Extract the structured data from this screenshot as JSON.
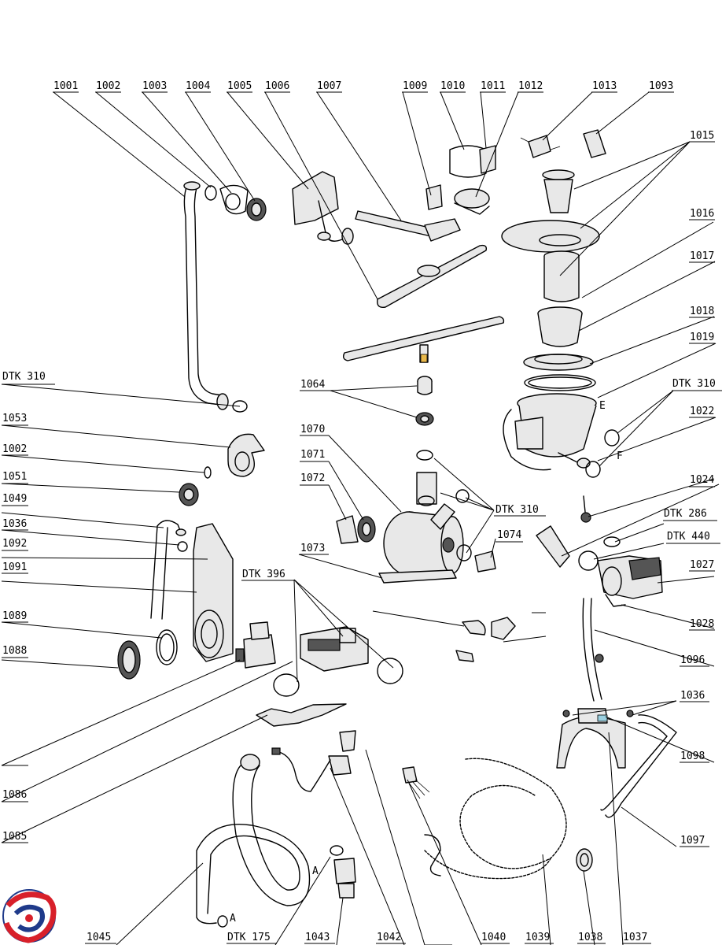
{
  "labels": {
    "l1001": "1001",
    "l1002a": "1002",
    "l1003": "1003",
    "l1004": "1004",
    "l1005": "1005",
    "l1006": "1006",
    "l1007": "1007",
    "l1009": "1009",
    "l1010": "1010",
    "l1011": "1011",
    "l1012": "1012",
    "l1013": "1013",
    "l1093": "1093",
    "l1015": "1015",
    "l1016": "1016",
    "l1017": "1017",
    "l1018": "1018",
    "l1019": "1019",
    "lotk310a": "DTK 310",
    "lotk310b": "DTK 310",
    "l1022": "1022",
    "l1053": "1053",
    "l1064": "1064",
    "l1070": "1070",
    "l1002b": "1002",
    "l1071": "1071",
    "l1051": "1051",
    "l1072": "1072",
    "l1049": "1049",
    "lotk310c": "DTK 310",
    "l1024": "1024",
    "lotk286": "DTK 286",
    "l1074": "1074",
    "l1036a": "1036",
    "lotk440": "DTK 440",
    "l1092": "1092",
    "l1073": "1073",
    "l1027": "1027",
    "lotk396": "DTK 396",
    "l1091": "1091",
    "l1089": "1089",
    "l1028": "1028",
    "l1088": "1088",
    "l1096": "1096",
    "l1036b": "1036",
    "l1098": "1098",
    "l1086": "1086",
    "l1085": "1085",
    "l1097": "1097",
    "l1045": "1045",
    "lotk175": "DTK 175",
    "l1043": "1043",
    "l1042": "1042",
    "l1040": "1040",
    "l1039": "1039",
    "l1038": "1038",
    "l1037": "1037",
    "markE": "E",
    "markF": "F",
    "markA1": "A",
    "markA2": "A"
  },
  "colors": {
    "line": "#000000",
    "accent_yellow": "#e8b84a",
    "logo_red": "#d8202a",
    "logo_blue": "#1f3a8a"
  },
  "logo": {
    "icon": "manufacturer-logo-swirl"
  }
}
